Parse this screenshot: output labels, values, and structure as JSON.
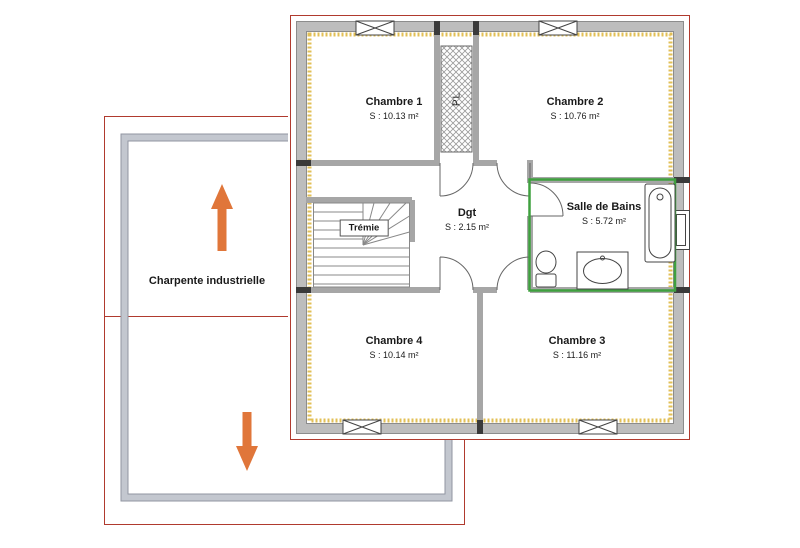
{
  "rooms": [
    {
      "name": "Chambre 1",
      "area": "S : 10.13 m²"
    },
    {
      "name": "Chambre 2",
      "area": "S : 10.76 m²"
    },
    {
      "name": "Dgt",
      "area": "S : 2.15 m²"
    },
    {
      "name": "Salle de Bains",
      "area": "S : 5.72 m²"
    },
    {
      "name": "Chambre 4",
      "area": "S : 10.14 m²"
    },
    {
      "name": "Chambre 3",
      "area": "S : 11.16 m²"
    }
  ],
  "annotations": {
    "stairwell_label": "Trémie",
    "closet_label": "PL",
    "roof_zone_label": "Charpente industrielle"
  },
  "colors": {
    "plan_outline_red": "#b03a2e",
    "exterior_wall_gray": "#bdbdbd",
    "insulation_yellow": "#e2bf55",
    "bathroom_green": "#3fa03f",
    "arrow_orange": "#e0763a",
    "roof_wall_gray": "#c3c7cf"
  }
}
